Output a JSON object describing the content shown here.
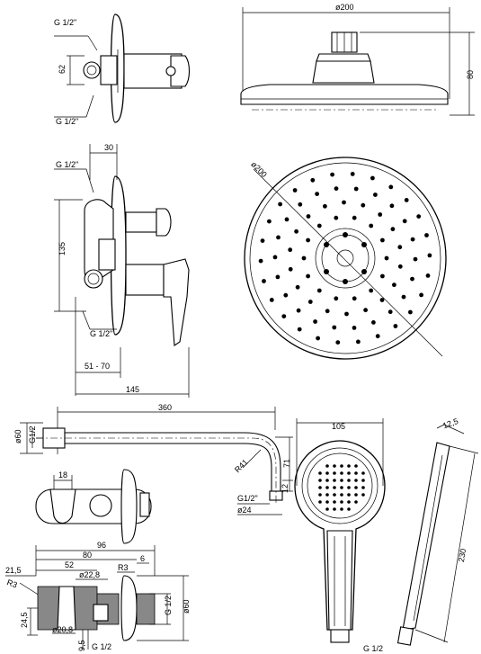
{
  "labels": {
    "g12_a": "G 1/2\"",
    "g12_b": "G 1/2\"",
    "h62": "62",
    "d200_top": "ø200",
    "h80": "80",
    "w30": "30",
    "g12_c": "G 1/2\"",
    "h135": "135",
    "g12_d": "G 1/2\"",
    "w51_70": "51 - 70",
    "w145": "145",
    "d200_face": "ø200",
    "w360": "360",
    "d60_arm": "ø60",
    "g12_arm": "G1/2",
    "r41": "R41",
    "h71": "71",
    "h12": "12",
    "g12_tip": "G1/2\"",
    "d24": "ø24",
    "w105": "105",
    "w12_5": "12,5",
    "h230": "230",
    "g12_bottom": "G 1/2",
    "w18": "18",
    "w96": "96",
    "w80": "80",
    "w52": "52",
    "d22_8": "ø22,8",
    "r3_a": "R3",
    "w6": "6",
    "w21_5": "21,5",
    "r3_b": "R3",
    "g12_holder": "G 1/2",
    "d60_holder": "ø60",
    "h24_5": "24,5",
    "d20_8": "ø20,8",
    "w9_5": "9,5",
    "g12_holder_b": "G 1/2"
  }
}
